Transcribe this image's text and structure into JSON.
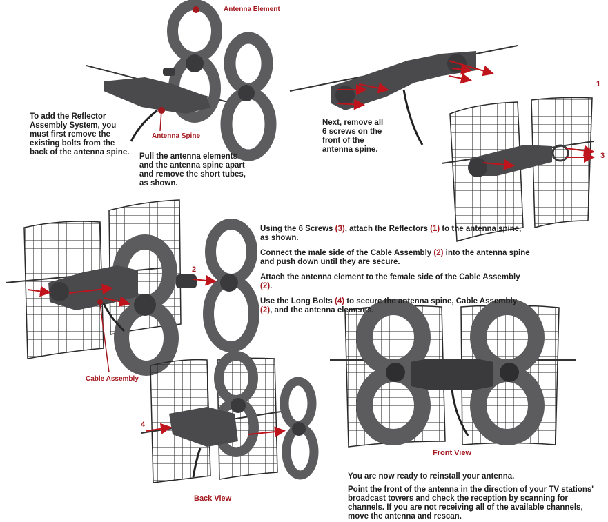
{
  "labels": {
    "antenna_element": "Antenna Element",
    "antenna_spine": "Antenna Spine",
    "cable_assembly": "Cable Assembly",
    "num_1": "1",
    "num_2": "2",
    "num_3": "3",
    "num_4": "4"
  },
  "captions": {
    "back_view": "Back View",
    "front_view": "Front View"
  },
  "instructions": {
    "reflector_intro": "To add the Reflector Assembly System, you must first remove the existing bolts from the back of the antenna spine.",
    "pull_apart": "Pull the antenna elements and the antenna spine apart and remove the short tubes, as shown.",
    "remove_screws": "Next, remove all 6 screws on the front of the antenna spine.",
    "step_attach_a": "Using the 6 Screws ",
    "step_attach_n3": "(3)",
    "step_attach_b": ", attach the Reflectors ",
    "step_attach_n1": "(1)",
    "step_attach_c": " to the antenna spine, as shown.",
    "step_connect_a": "Connect the male side of the Cable Assembly ",
    "step_connect_n2": "(2)",
    "step_connect_b": " into the antenna spine and push down until they are secure.",
    "step_element_a": "Attach the antenna element to the female side of the Cable Assembly ",
    "step_element_n2": "(2)",
    "step_element_b": ".",
    "step_bolts_a": "Use the Long Bolts ",
    "step_bolts_n4": "(4)",
    "step_bolts_b": " to secure the antenna spine, Cable Assembly ",
    "step_bolts_n2": "(2)",
    "step_bolts_c": ", and the antenna elements.",
    "ready": "You are now ready to reinstall your antenna.",
    "point": "Point the front of the antenna in the direction of your TV stations' broadcast towers and check the reception by scanning for channels. If you are not receiving all of the available channels, move the antenna and rescan."
  },
  "colors": {
    "accent_red": "#a3181e",
    "element_gray": "#5c5c5e",
    "element_dark": "#3a3a3c",
    "grid_line": "#2a2a2a"
  }
}
